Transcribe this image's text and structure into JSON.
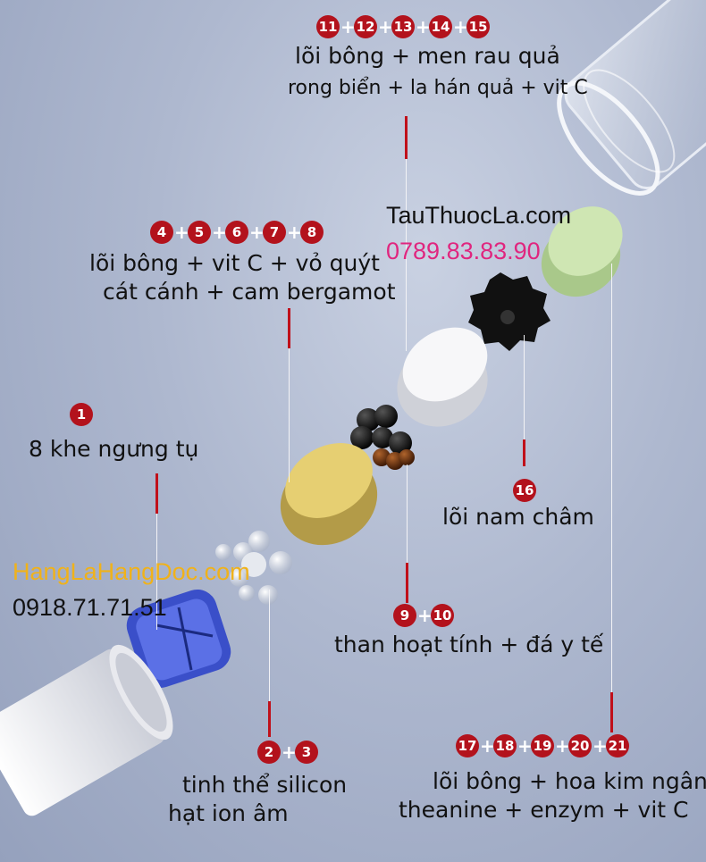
{
  "groups": {
    "g11": {
      "nums": [
        "11",
        "12",
        "13",
        "14",
        "15"
      ],
      "line1": "lõi bông + men rau quả",
      "line2": "rong biển + la hán quả + vit C"
    },
    "g4": {
      "nums": [
        "4",
        "5",
        "6",
        "7",
        "8"
      ],
      "line1": "lõi bông + vit C + vỏ quýt",
      "line2": "cát cánh + cam bergamot"
    },
    "g1": {
      "nums": [
        "1"
      ],
      "line1": "8 khe ngưng tụ"
    },
    "g16": {
      "nums": [
        "16"
      ],
      "line1": "lõi nam châm"
    },
    "g9": {
      "nums": [
        "9",
        "10"
      ],
      "line1": "than hoạt tính + đá y tế"
    },
    "g2": {
      "nums": [
        "2",
        "3"
      ],
      "line1": "tinh thể silicon",
      "line2": "hạt ion âm"
    },
    "g17": {
      "nums": [
        "17",
        "18",
        "19",
        "20",
        "21"
      ],
      "line1": "lõi bông + hoa kim ngân",
      "line2": "theanine + enzym + vit C"
    }
  },
  "watermarks": {
    "site1": "TauThuocLa.com",
    "phone1": "0789.83.83.90",
    "site2": "HangLaHangDoc.com",
    "phone2": "0918.71.71.51"
  },
  "colors": {
    "badge": "#b3121c",
    "pink": "#e0267f",
    "gold": "#f0b21a"
  }
}
